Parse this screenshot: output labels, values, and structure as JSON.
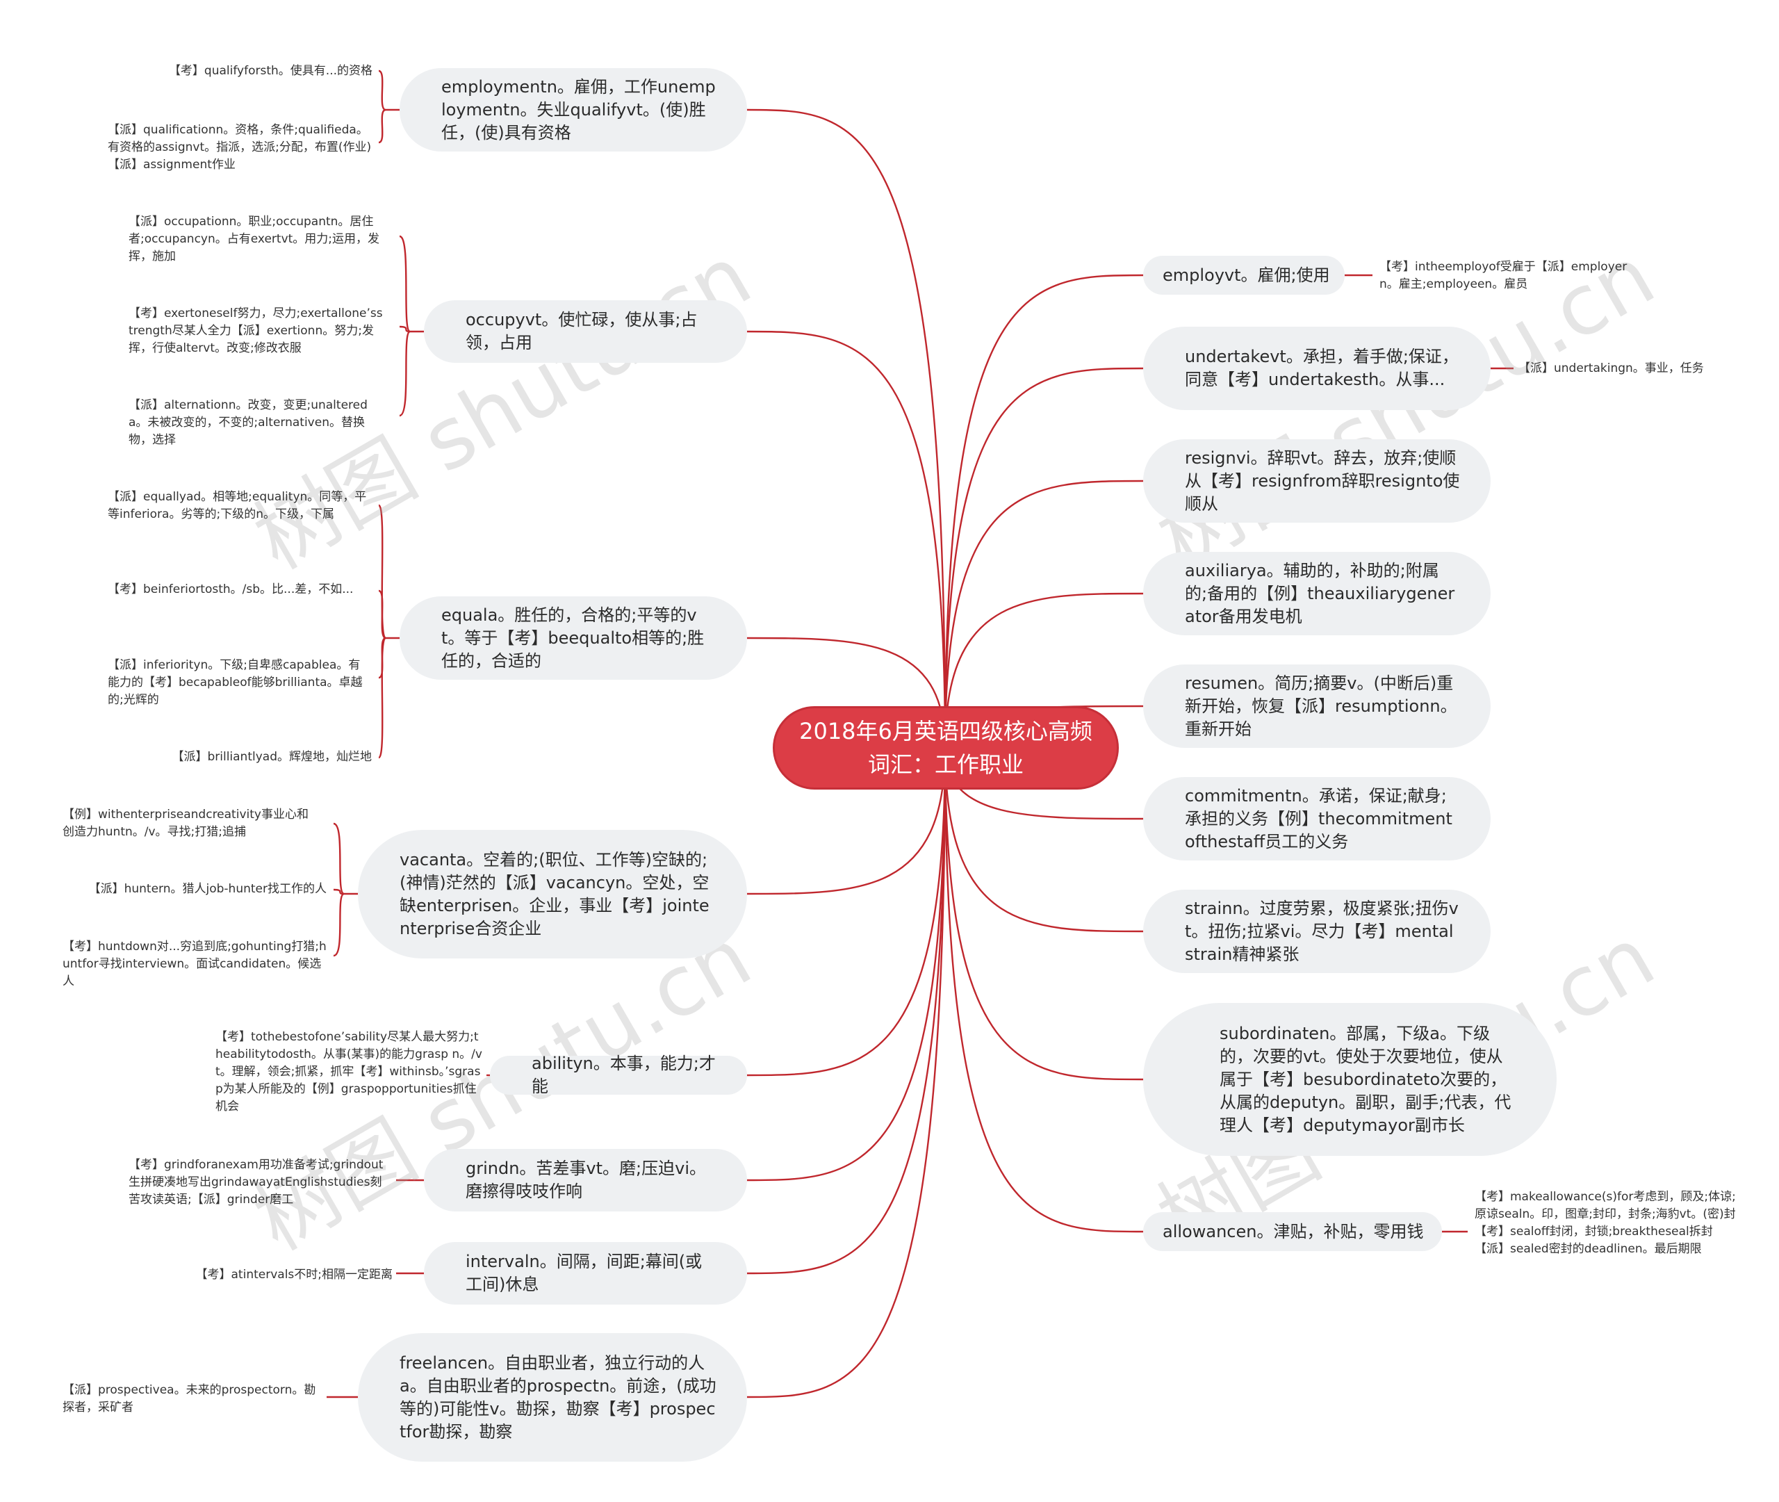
{
  "root": {
    "title": "2018年6月英语四级核心高频词汇：工作职业"
  },
  "colors": {
    "root": "#dc3d46",
    "line": "#c0272d",
    "node_bg": "#eef0f2"
  },
  "watermark": "树图 shutu.cn",
  "left": [
    {
      "id": "employment",
      "text": "employmentn。雇佣，工作unemploymentn。失业qualifyvt。(使)胜任，(使)具有资格",
      "children": [
        "【考】qualifyforsth。使具有...的资格",
        "【派】qualificationn。资格，条件;qualifieda。有资格的assignvt。指派，选派;分配，布置(作业)【派】assignment作业"
      ]
    },
    {
      "id": "occupy",
      "text": "occupyvt。使忙碌，使从事;占领，占用",
      "children": [
        "【派】occupationn。职业;occupantn。居住者;occupancyn。占有exertvt。用力;运用，发挥，施加",
        "【考】exertoneself努力，尽力;exertallone’sstrength尽某人全力【派】exertionn。努力;发挥，行使altervt。改变;修改衣服",
        "【派】alternationn。改变，变更;unaltereda。未被改变的，不变的;alternativen。替换物，选择"
      ]
    },
    {
      "id": "equal",
      "text": "equala。胜任的，合格的;平等的vt。等于【考】beequalto相等的;胜任的，合适的",
      "children": [
        "【派】equallyad。相等地;equalityn。同等，平等inferiora。劣等的;下级的n。下级，下属",
        "【考】beinferiortosth。/sb。比...差，不如...",
        "【派】inferiorityn。下级;自卑感capablea。有能力的【考】becapableof能够brillianta。卓越的;光辉的",
        "【派】brilliantlyad。辉煌地，灿烂地"
      ]
    },
    {
      "id": "vacant",
      "text": "vacanta。空着的;(职位、工作等)空缺的;(神情)茫然的【派】vacancyn。空处，空缺enterprisen。企业，事业【考】jointenterprise合资企业",
      "children": [
        "【例】withenterpriseandcreativity事业心和创造力huntn。/v。寻找;打猎;追捕",
        "【派】huntern。猎人job-hunter找工作的人",
        "【考】huntdown对...穷追到底;gohunting打猎;huntfor寻找interviewn。面试candidaten。候选人"
      ]
    },
    {
      "id": "ability",
      "text": "abilityn。本事，能力;才能",
      "children": [
        "【考】tothebestofone’sability尽某人最大努力;theabilitytodosth。从事(某事)的能力grasp n。/vt。理解，领会;抓紧，抓牢【考】withinsb。’sgrasp为某人所能及的【例】graspopportunities抓住机会"
      ]
    },
    {
      "id": "grind",
      "text": "grindn。苦差事vt。磨;压迫vi。磨擦得吱吱作响",
      "children": [
        "【考】grindforanexam用功准备考试;grindout生拼硬凑地写出grindawayatEnglishstudies刻苦攻读英语;【派】grinder磨工"
      ]
    },
    {
      "id": "interval",
      "text": "intervaln。间隔，间距;幕间(或工间)休息",
      "children": [
        "【考】atintervals不时;相隔一定距离"
      ]
    },
    {
      "id": "freelance",
      "text": "freelancen。自由职业者，独立行动的人a。自由职业者的prospectn。前途，(成功等的)可能性v。勘探，勘察【考】prospectfor勘探，勘察",
      "children": [
        "【派】prospectivea。未来的prospectorn。勘探者，采矿者"
      ]
    }
  ],
  "right": [
    {
      "id": "employ",
      "text": "employvt。雇佣;使用",
      "children": [
        "【考】intheemployof受雇于【派】employern。雇主;employeen。雇员"
      ]
    },
    {
      "id": "undertake",
      "text": "undertakevt。承担，着手做;保证，同意【考】undertakesth。从事...",
      "children": [
        "【派】undertakingn。事业，任务"
      ]
    },
    {
      "id": "resign",
      "text": "resignvi。辞职vt。辞去，放弃;使顺从【考】resignfrom辞职resignto使顺从",
      "children": []
    },
    {
      "id": "auxiliary",
      "text": "auxiliarya。辅助的，补助的;附属的;备用的【例】theauxiliarygenerator备用发电机",
      "children": []
    },
    {
      "id": "resume",
      "text": "resumen。简历;摘要v。(中断后)重新开始，恢复【派】resumptionn。重新开始",
      "children": []
    },
    {
      "id": "commitment",
      "text": "commitmentn。承诺，保证;献身;承担的义务【例】thecommitmentofthestaff员工的义务",
      "children": []
    },
    {
      "id": "strain",
      "text": "strainn。过度劳累，极度紧张;扭伤vt。扭伤;拉紧vi。尽力【考】mentalstrain精神紧张",
      "children": []
    },
    {
      "id": "subordinate",
      "text": "subordinaten。部属，下级a。下级的，次要的vt。使处于次要地位，使从属于【考】besubordinateto次要的，从属的deputyn。副职，副手;代表，代理人【考】deputymayor副市长",
      "children": []
    },
    {
      "id": "allowance",
      "text": "allowancen。津贴，补贴，零用钱",
      "children": [
        "【考】makeallowance(s)for考虑到，顾及;体谅;原谅sealn。印，图章;封印，封条;海豹vt。(密)封【考】sealoff封闭，封锁;breaktheseal拆封【派】sealed密封的deadlinen。最后期限"
      ]
    }
  ]
}
